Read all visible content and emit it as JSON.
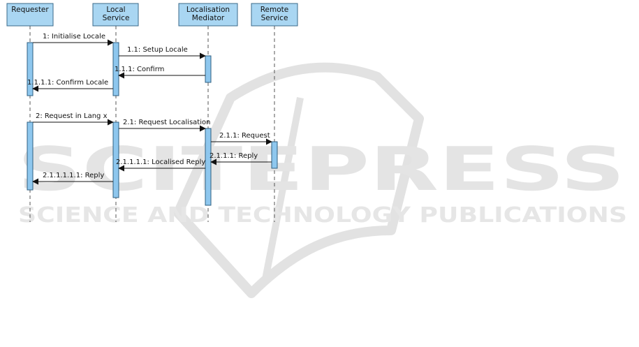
{
  "colors": {
    "participant_fill": "#a9d6f2",
    "participant_border": "#3a6a8a",
    "activation_fill": "#8ec7ee",
    "activation_border": "#2f5f80",
    "lifeline": "#555555",
    "arrow": "#111111",
    "watermark": "#e4e4e4"
  },
  "participants": [
    {
      "id": "requester",
      "lines": [
        "Requester"
      ]
    },
    {
      "id": "local",
      "lines": [
        "Local",
        "Service"
      ]
    },
    {
      "id": "mediator",
      "lines": [
        "Localisation",
        "Mediator"
      ]
    },
    {
      "id": "remote",
      "lines": [
        "Remote",
        "Service"
      ]
    }
  ],
  "messages": [
    {
      "label": "1: Initialise Locale",
      "from": "requester",
      "to": "local",
      "kind": "call"
    },
    {
      "label": "1.1: Setup Locale",
      "from": "local",
      "to": "mediator",
      "kind": "call"
    },
    {
      "label": "1.1.1: Confirm",
      "from": "mediator",
      "to": "local",
      "kind": "reply"
    },
    {
      "label": "1.1.1.1: Confirm Locale",
      "from": "local",
      "to": "requester",
      "kind": "reply"
    },
    {
      "label": "2: Request in Lang x",
      "from": "requester",
      "to": "local",
      "kind": "call"
    },
    {
      "label": "2.1: Request Localisation",
      "from": "local",
      "to": "mediator",
      "kind": "call"
    },
    {
      "label": "2.1.1: Request",
      "from": "mediator",
      "to": "remote",
      "kind": "call"
    },
    {
      "label": "2.1.1.1: Reply",
      "from": "remote",
      "to": "mediator",
      "kind": "reply"
    },
    {
      "label": "2.1.1.1.1: Localised Reply",
      "from": "mediator",
      "to": "local",
      "kind": "reply"
    },
    {
      "label": "2.1.1.1.1.1: Reply",
      "from": "local",
      "to": "requester",
      "kind": "reply"
    }
  ],
  "watermark": {
    "big": "SCITEPRESS",
    "small": "SCIENCE AND TECHNOLOGY PUBLICATIONS"
  }
}
